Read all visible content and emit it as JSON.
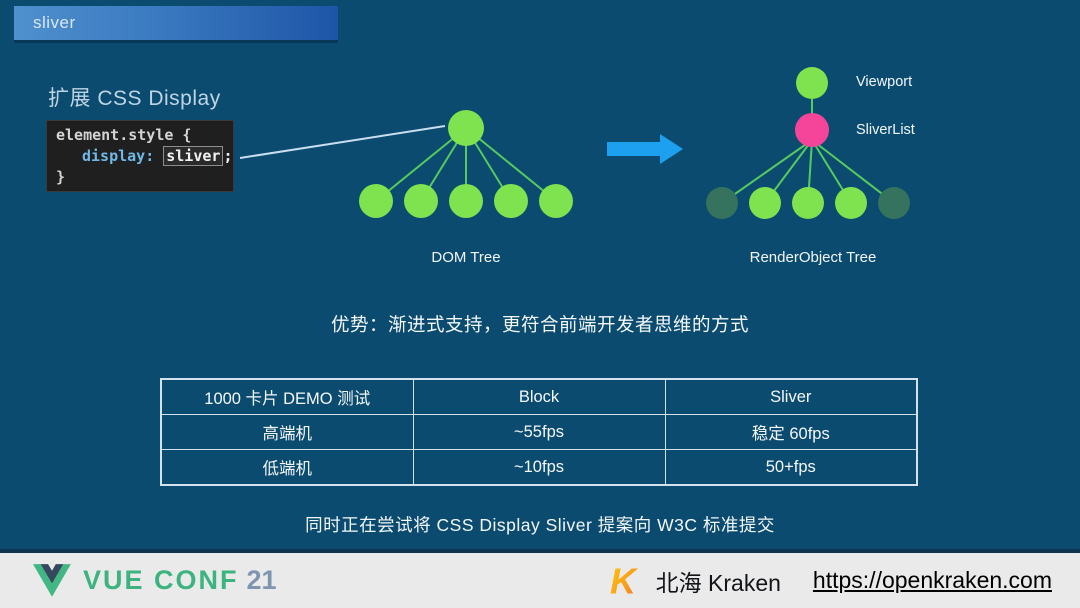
{
  "header": {
    "tab_label": "sliver"
  },
  "title": "扩展 CSS Display",
  "code": {
    "selector_line": "element.style {",
    "property": "display:",
    "value": "sliver",
    "semicolon": ";",
    "close_brace": "}"
  },
  "diagram": {
    "dom_tree_label": "DOM Tree",
    "renderobject_tree_label": "RenderObject Tree",
    "viewport_label": "Viewport",
    "sliverlist_label": "SliverList"
  },
  "advantage_text": "优势：渐进式支持，更符合前端开发者思维的方式",
  "table": {
    "headers": [
      "1000 卡片 DEMO 测试",
      "Block",
      "Sliver"
    ],
    "rows": [
      [
        "高端机",
        "~55fps",
        "稳定 60fps"
      ],
      [
        "低端机",
        "~10fps",
        "50+fps"
      ]
    ]
  },
  "w3c_text": "同时正在尝试将 CSS Display Sliver 提案向 W3C 标准提交",
  "footer": {
    "conference": {
      "brand": "VUE CONF",
      "year": "21"
    },
    "kraken_name": "北海 Kraken",
    "kraken_url": "https://openkraken.com"
  },
  "colors": {
    "background": "#0b4b6f",
    "node_green": "#7fe24f",
    "node_green_muted": "#35735f",
    "node_pink": "#f4459a",
    "edge_green": "#55cb5e",
    "arrow_blue": "#1ca0ef",
    "tab_gradient_left": "#4f90ce",
    "tab_gradient_right": "#1d55a6",
    "vue_green": "#41b883",
    "vue_dark": "#35495e",
    "kraken_orange": "#f9a21b",
    "footer_background": "#eaeaea"
  }
}
